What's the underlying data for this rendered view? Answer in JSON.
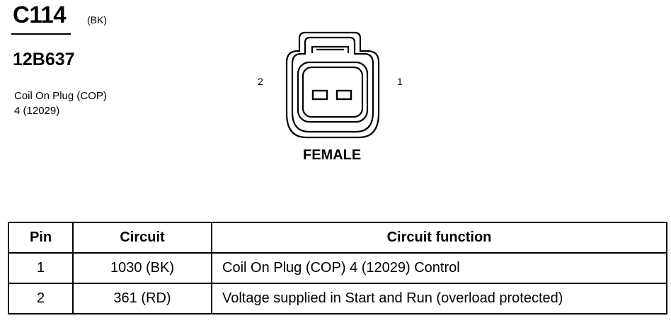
{
  "connector": {
    "id": "C114",
    "color": "(BK)",
    "part_number": "12B637",
    "description_line1": "Coil On Plug (COP)",
    "description_line2": "4 (12029)",
    "gender": "FEMALE",
    "pin_labels": {
      "left": "2",
      "right": "1"
    }
  },
  "table": {
    "headers": [
      "Pin",
      "Circuit",
      "Circuit function"
    ],
    "rows": [
      {
        "pin": "1",
        "circuit": "1030 (BK)",
        "function": "Coil On Plug (COP) 4 (12029) Control"
      },
      {
        "pin": "2",
        "circuit": "361 (RD)",
        "function": "Voltage supplied in Start and Run (overload protected)"
      }
    ]
  }
}
